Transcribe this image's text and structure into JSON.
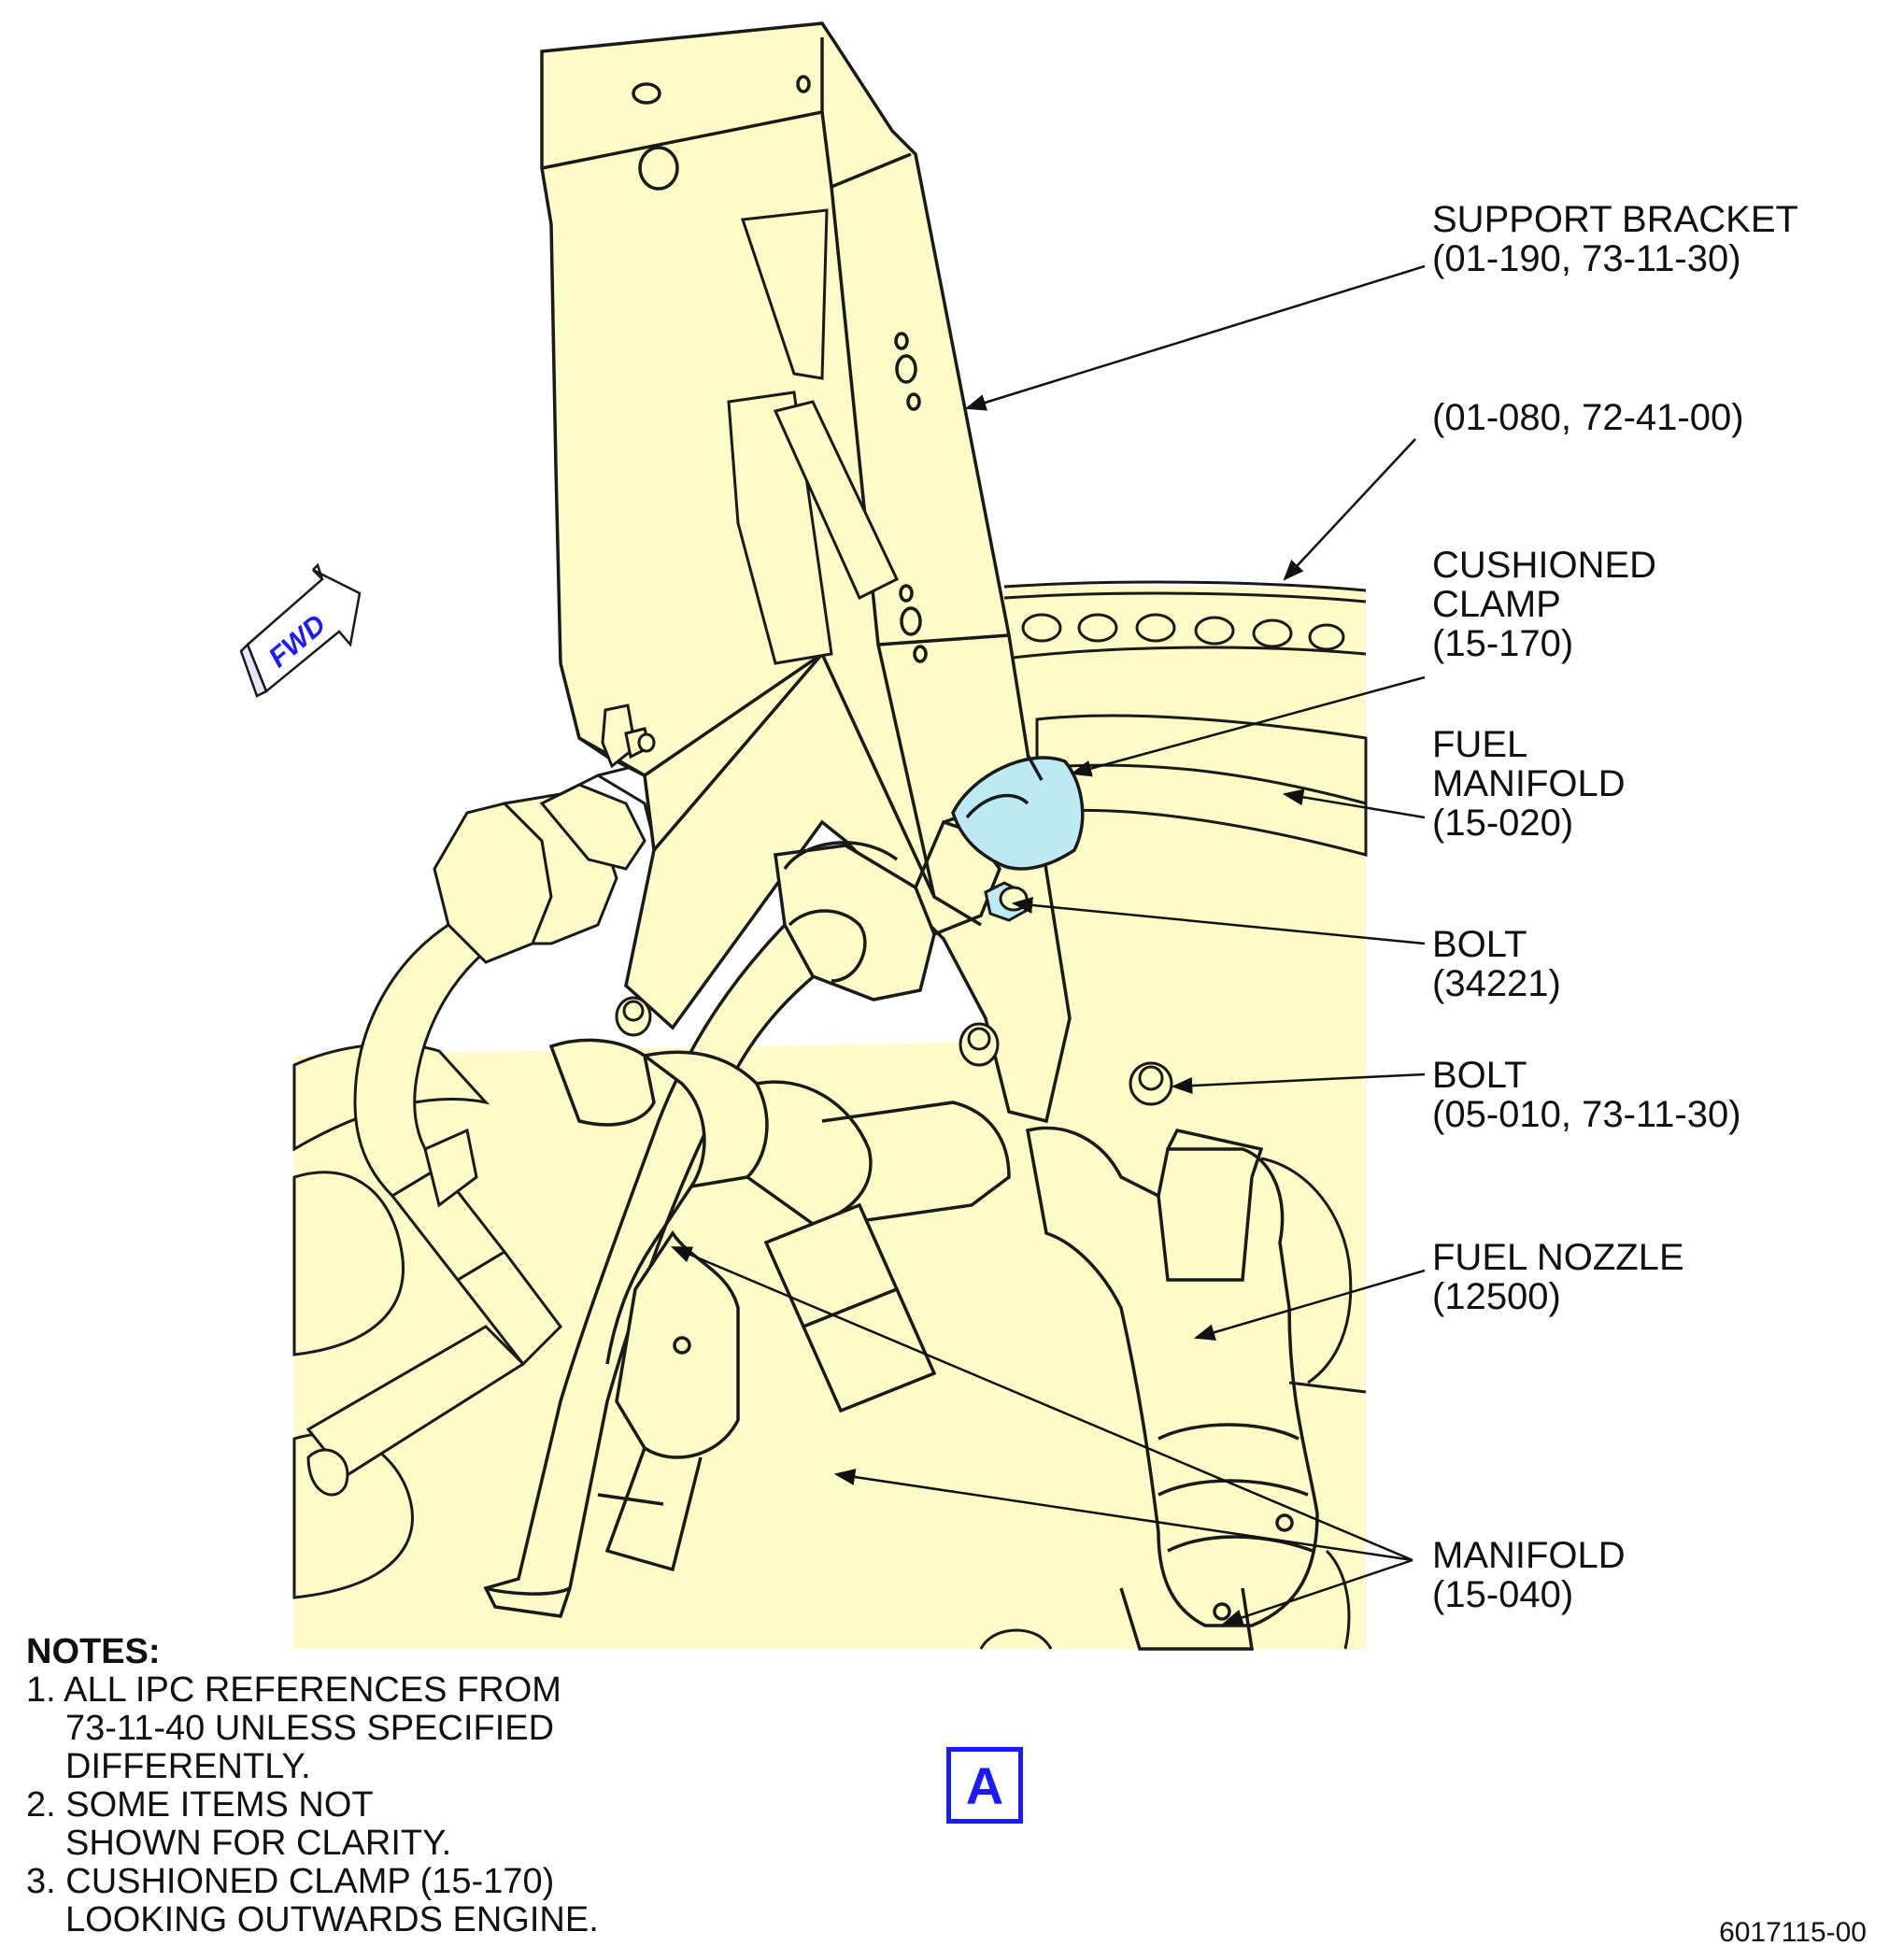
{
  "diagram": {
    "fwd_label": "FWD",
    "view_label": "A",
    "figure_number": "6017115-00",
    "colors": {
      "part_fill": "#fdfbc8",
      "line": "#1a1a1a",
      "clamp_highlight": "#bdeaf2",
      "accent_blue": "#1a1aff"
    }
  },
  "callouts": {
    "support_bracket": {
      "line1": "SUPPORT BRACKET",
      "line2": "(01-190, 73-11-30)"
    },
    "ref_01_080": {
      "line1": "(01-080, 72-41-00)"
    },
    "cushioned_clamp": {
      "line1": "CUSHIONED",
      "line2": "CLAMP",
      "line3": "(15-170)"
    },
    "fuel_manifold": {
      "line1": "FUEL",
      "line2": "MANIFOLD",
      "line3": "(15-020)"
    },
    "bolt_34221": {
      "line1": "BOLT",
      "line2": "(34221)"
    },
    "bolt_05_010": {
      "line1": "BOLT",
      "line2": "(05-010, 73-11-30)"
    },
    "fuel_nozzle": {
      "line1": "FUEL NOZZLE",
      "line2": "(12500)"
    },
    "manifold_15_040": {
      "line1": "MANIFOLD",
      "line2": "(15-040)"
    }
  },
  "notes": {
    "heading": "NOTES:",
    "n1_a": "1. ALL IPC REFERENCES FROM",
    "n1_b": "73-11-40 UNLESS SPECIFIED",
    "n1_c": "DIFFERENTLY.",
    "n2_a": "2. SOME ITEMS NOT",
    "n2_b": "SHOWN FOR CLARITY.",
    "n3_a": "3. CUSHIONED CLAMP (15-170)",
    "n3_b": "LOOKING OUTWARDS ENGINE."
  }
}
